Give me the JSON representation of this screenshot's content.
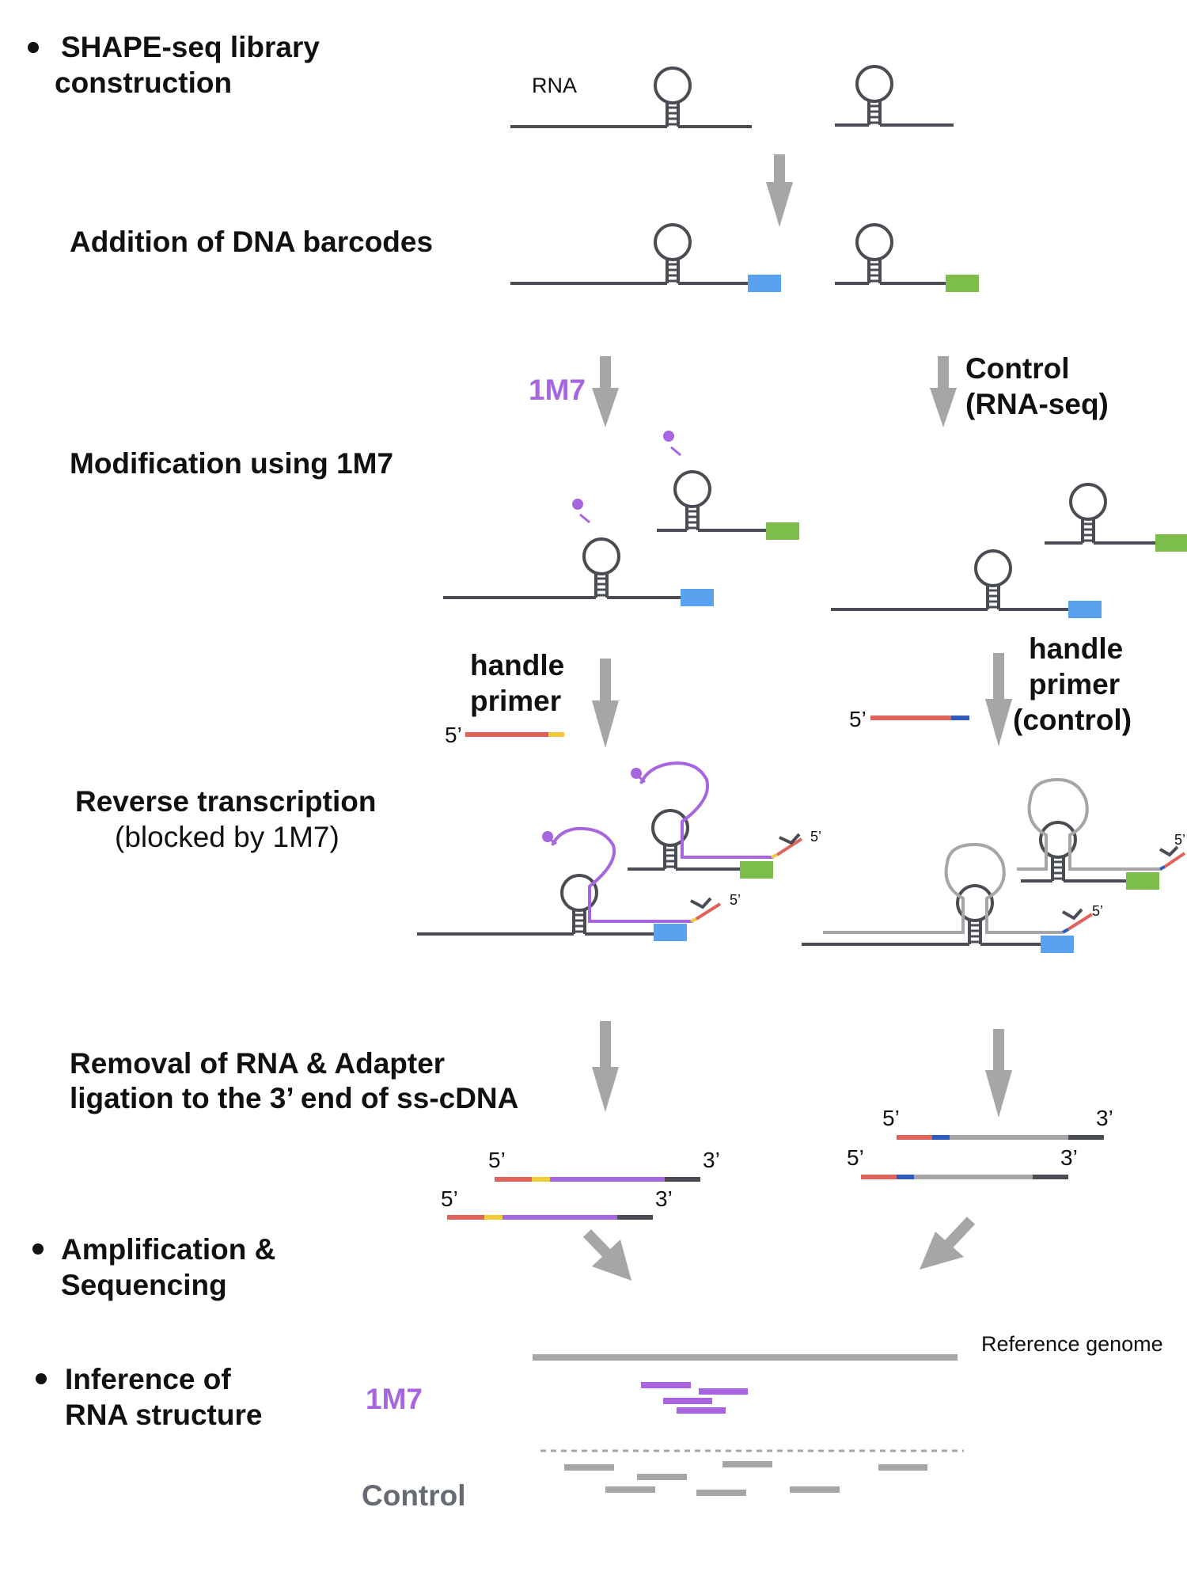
{
  "colors": {
    "rna": "#4a4d53",
    "arrow": "#a6a6a6",
    "purple": "#a765e0",
    "blue": "#5aa2f0",
    "green": "#7dbd4c",
    "red": "#e0635a",
    "yellow": "#f2cb3b",
    "darkblue": "#2f5bbf",
    "grey": "#a6a6a6",
    "darkgrey": "#4a4d53"
  },
  "steps": {
    "library_line1": "SHAPE-seq library",
    "library_line2": "construction",
    "barcodes": "Addition of DNA barcodes",
    "modification": "Modification using 1M7",
    "rt": "Reverse transcription",
    "rt_sub": "(blocked by 1M7)",
    "removal_line1": "Removal of RNA & Adapter",
    "removal_line2": "ligation to the 3’ end of ss-cDNA",
    "amp_line1": "Amplification &",
    "amp_line2": "Sequencing",
    "inference_line1": "Inference of",
    "inference_line2": "RNA structure"
  },
  "labels": {
    "rna": "RNA",
    "reagent_1m7": "1M7",
    "control_line1": "Control",
    "control_line2": "(RNA-seq)",
    "handle_line1": "handle",
    "handle_line2": "primer",
    "handle_ctrl_line1": "handle",
    "handle_ctrl_line2": "primer",
    "handle_ctrl_line3": "(control)",
    "five_prime": "5’",
    "three_prime": "3’",
    "reference_genome": "Reference genome",
    "reads_1m7": "1M7",
    "reads_control": "Control"
  }
}
